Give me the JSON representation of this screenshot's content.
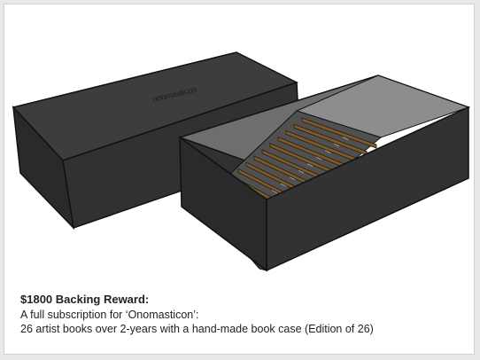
{
  "illustration": {
    "lid_label": "onomasticon",
    "colors": {
      "box_top": "#3b3b3b",
      "box_front": "#2f2f2f",
      "box_side": "#262626",
      "interior_floor": "#8a8a8a",
      "book_spine": "#7a5a2e",
      "outline": "#111111"
    }
  },
  "caption": {
    "title": "$1800 Backing Reward:",
    "line1": "A full subscription for ‘Onomasticon’:",
    "line2": "26 artist books over 2-years with a hand-made book case (Edition of 26)"
  }
}
